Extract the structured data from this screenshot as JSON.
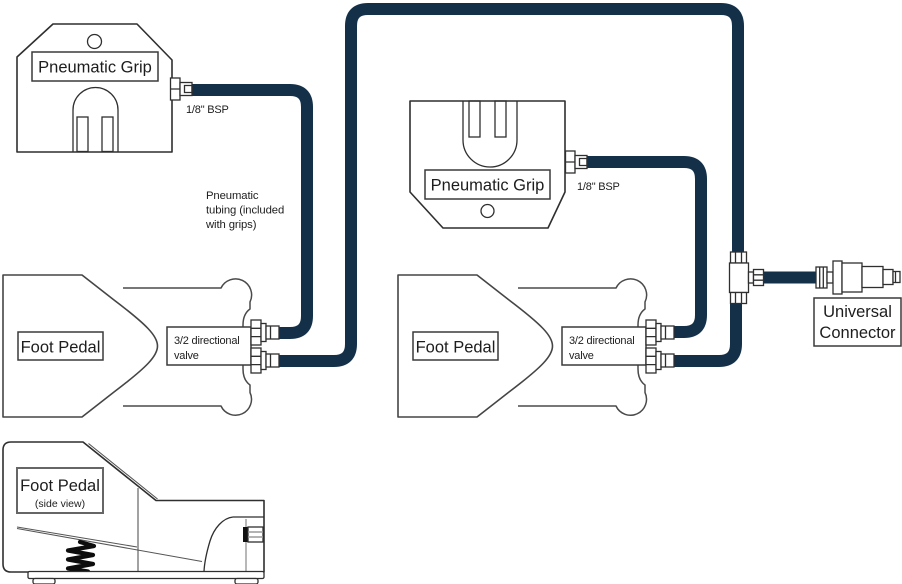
{
  "colors": {
    "tubing": "#143049",
    "outline": "#2f2f2f",
    "background": "#ffffff"
  },
  "components": {
    "grip_top": {
      "label": "Pneumatic Grip",
      "fitting": "1/8\" BSP"
    },
    "grip_middle": {
      "label": "Pneumatic Grip",
      "fitting": "1/8\" BSP"
    },
    "pedal_left": {
      "label": "Foot Pedal",
      "valve_lines": [
        "3/2 directional",
        "valve"
      ]
    },
    "pedal_right": {
      "label": "Foot Pedal",
      "valve_lines": [
        "3/2 directional",
        "valve"
      ]
    },
    "pedal_side": {
      "label": "Foot Pedal",
      "sublabel": "(side view)"
    },
    "universal_connector": {
      "label_lines": [
        "Universal",
        "Connector"
      ]
    }
  },
  "notes": {
    "tubing_note_lines": [
      "Pneumatic",
      "tubing (included",
      "with grips)"
    ]
  }
}
